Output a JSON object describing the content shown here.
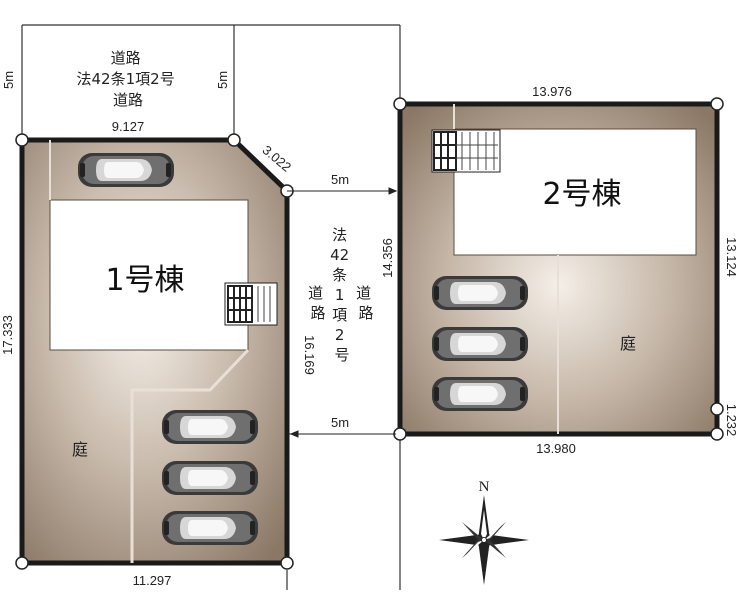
{
  "road_top": {
    "label": "道路\n法42条1項2号\n道路",
    "width_left": "5m",
    "width_right": "5m"
  },
  "road_mid": {
    "label": "法\n42\n条\n1\n項\n2\n号",
    "side_left": "道\n路",
    "side_right": "道\n路",
    "width_top": "5m",
    "width_bottom": "5m"
  },
  "lot1": {
    "building": "1号棟",
    "garden": "庭",
    "dims": {
      "top": "9.127",
      "corner": "3.022",
      "left": "17.333",
      "right": "16.169",
      "bottom": "11.297"
    }
  },
  "lot2": {
    "building": "2号棟",
    "garden": "庭",
    "dims": {
      "top": "13.976",
      "left": "14.356",
      "right": "13.124",
      "right_small": "1.232",
      "bottom": "13.980"
    }
  },
  "compass": {
    "north": "N"
  },
  "colors": {
    "lot_fill": "#8a7765",
    "lot_light": "#f2ece4",
    "border": "#1a1a1a"
  }
}
